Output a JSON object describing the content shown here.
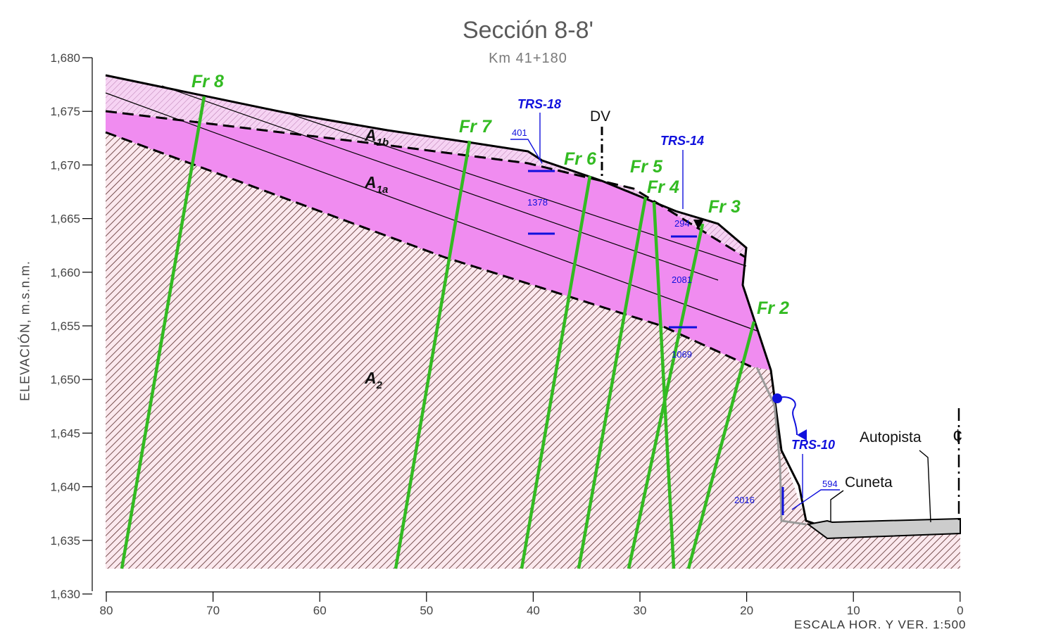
{
  "title": "Sección 8-8'",
  "subtitle": "Km  41+180",
  "ylabel": "ELEVACIÓN,  m.s.n.m.",
  "scale_note": "ESCALA HOR. Y VER. 1:500",
  "colors": {
    "fill_a1": "#f08cf0",
    "hatch_a2": "#5a2c2c",
    "fractures": "#33bb22",
    "markers": "#1010dd",
    "road": "#cccccc"
  },
  "axes": {
    "y_ticks": [
      "1,680",
      "1,675",
      "1,670",
      "1,665",
      "1,660",
      "1,655",
      "1,650",
      "1,645",
      "1,640",
      "1,635",
      "1,630"
    ],
    "x_ticks": [
      "80",
      "70",
      "60",
      "50",
      "40",
      "30",
      "20",
      "10",
      "0"
    ]
  },
  "units": [
    {
      "main": "A",
      "sub": "1b"
    },
    {
      "main": "A",
      "sub": "1a"
    },
    {
      "main": "A",
      "sub": "2"
    }
  ],
  "fractures": [
    "Fr 8",
    "Fr 7",
    "Fr 6",
    "Fr 5",
    "Fr 4",
    "Fr 3",
    "Fr 2"
  ],
  "boreholes": [
    "TRS-18",
    "TRS-14",
    "TRS-10"
  ],
  "values": [
    "401",
    "1378",
    "294",
    "2081",
    "1069",
    "2016",
    "594"
  ],
  "labels": {
    "dv": "DV",
    "autopista": "Autopista",
    "cuneta": "Cuneta",
    "centerline": "¢"
  }
}
